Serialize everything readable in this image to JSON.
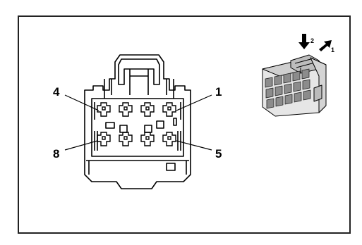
{
  "diagram": {
    "pin_labels": {
      "top_left": "4",
      "top_right": "1",
      "bottom_left": "8",
      "bottom_right": "5"
    },
    "release_arrows": {
      "down": "2",
      "push": "1"
    },
    "colors": {
      "line": "#000000",
      "paper": "#ffffff",
      "iso_fill": "#d9d9d9",
      "iso_dark": "#9a9a9a"
    }
  }
}
